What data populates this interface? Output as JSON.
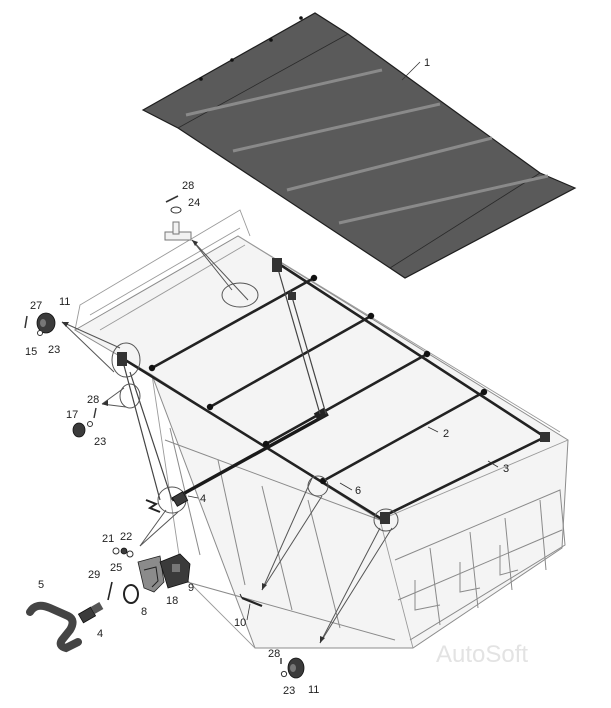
{
  "callouts": {
    "c1": "1",
    "c2": "2",
    "c3": "3",
    "c4a": "4",
    "c4b": "4",
    "c5": "5",
    "c6": "6",
    "c8": "8",
    "c9": "9",
    "c10": "10",
    "c11a": "11",
    "c11b": "11",
    "c15": "15",
    "c17": "17",
    "c18": "18",
    "c21": "21",
    "c22": "22",
    "c23a": "23",
    "c23b": "23",
    "c23c": "23",
    "c24": "24",
    "c25": "25",
    "c27": "27",
    "c28a": "28",
    "c28b": "28",
    "c28c": "28",
    "c29": "29"
  },
  "watermark": "AutoSoft",
  "colors": {
    "tarp": "#5a5a5a",
    "tarp_edge": "#1e1e1e",
    "body_line": "#8c8c8c",
    "parts": "#3b3b3b"
  }
}
